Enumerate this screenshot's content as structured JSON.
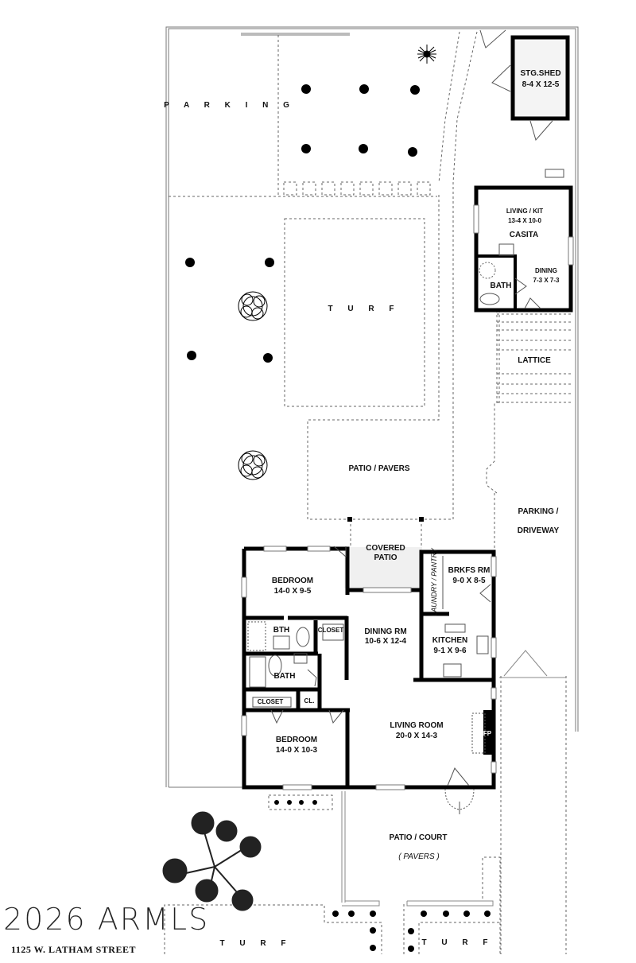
{
  "brand": {
    "mark": "2026 ARMLS",
    "address": "1125 W. LATHAM STREET"
  },
  "site": {
    "parking_north": "P A R K I N G",
    "turf_center": "T U R F",
    "patio_pavers": "PATIO / PAVERS",
    "parking_driveway_line1": "PARKING /",
    "parking_driveway_line2": "DRIVEWAY",
    "lattice": "LATTICE",
    "patio_court": "PATIO / COURT",
    "pavers_note": "( PAVERS )",
    "turf_south_left": "T U R F",
    "turf_south_right": "T U R F"
  },
  "shed": {
    "name": "STG.SHED",
    "dims": "8-4 X 12-5"
  },
  "casita": {
    "living_kit": "LIVING / KIT",
    "living_kit_dims": "13-4 X 10-0",
    "name": "CASITA",
    "bath": "BATH",
    "dining": "DINING",
    "dining_dims": "7-3 X 7-3"
  },
  "house": {
    "covered_patio_1": "COVERED",
    "covered_patio_2": "PATIO",
    "bedroom1": "BEDROOM",
    "bedroom1_dims": "14-0 X 9-5",
    "bth": "BTH",
    "closet1": "CLOSET",
    "dining": "DINING RM",
    "dining_dims": "10-6 X 12-4",
    "laundry": "LAUNDRY / PANTRY",
    "brkfs": "BRKFS RM",
    "brkfs_dims": "9-0 X 8-5",
    "kitchen": "KITCHEN",
    "kitchen_dims": "9-1 X 9-6",
    "bath": "BATH",
    "closet2": "CLOSET",
    "cl": "CL.",
    "bedroom2": "BEDROOM",
    "bedroom2_dims": "14-0 X 10-3",
    "living": "LIVING ROOM",
    "living_dims": "20-0  X  14-3",
    "fp": "FP"
  }
}
